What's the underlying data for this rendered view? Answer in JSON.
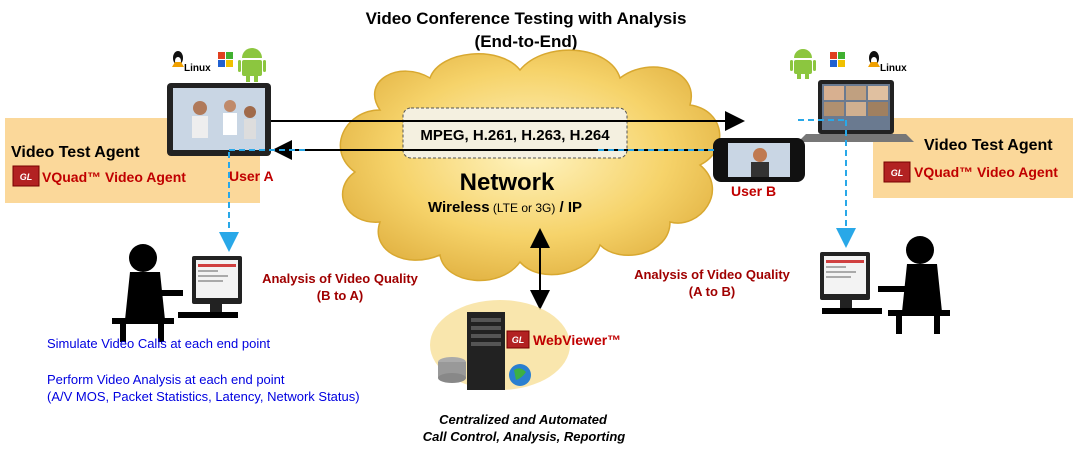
{
  "title_line1": "Video Conference Testing with Analysis",
  "title_line2": "(End-to-End)",
  "left_agent": {
    "title": "Video Test Agent",
    "product": "VQuad™ Video Agent",
    "user": "User A"
  },
  "right_agent": {
    "title": "Video Test Agent",
    "product": "VQuad™ Video Agent",
    "user": "User B"
  },
  "os_label": "Linux",
  "gl_badge": "GL",
  "codecs": "MPEG, H.261, H.263, H.264",
  "network_label": "Network",
  "wireless": {
    "main": "Wireless",
    "detail": " (LTE or 3G)",
    "suffix": "  / IP"
  },
  "analysis_left": {
    "line1": "Analysis  of Video  Quality",
    "line2": "(B to A)"
  },
  "analysis_right": {
    "line1": "Analysis  of Video Quality",
    "line2": "(A to B)"
  },
  "webviewer": "WebViewer™",
  "notes": [
    "Simulate Video Calls at each end point",
    "Perform Video Analysis at each end point",
    "(A/V MOS, Packet Statistics, Latency, Network Status)"
  ],
  "footer": {
    "line1": "Centralized and Automated",
    "line2": "Call Control, Analysis, Reporting"
  },
  "colors": {
    "agent_box": "#fbd89a",
    "cloud": "#f2c94c",
    "arrow_dashed": "#29a8e8",
    "label_red": "#c00000",
    "note_blue": "#0000e0"
  }
}
